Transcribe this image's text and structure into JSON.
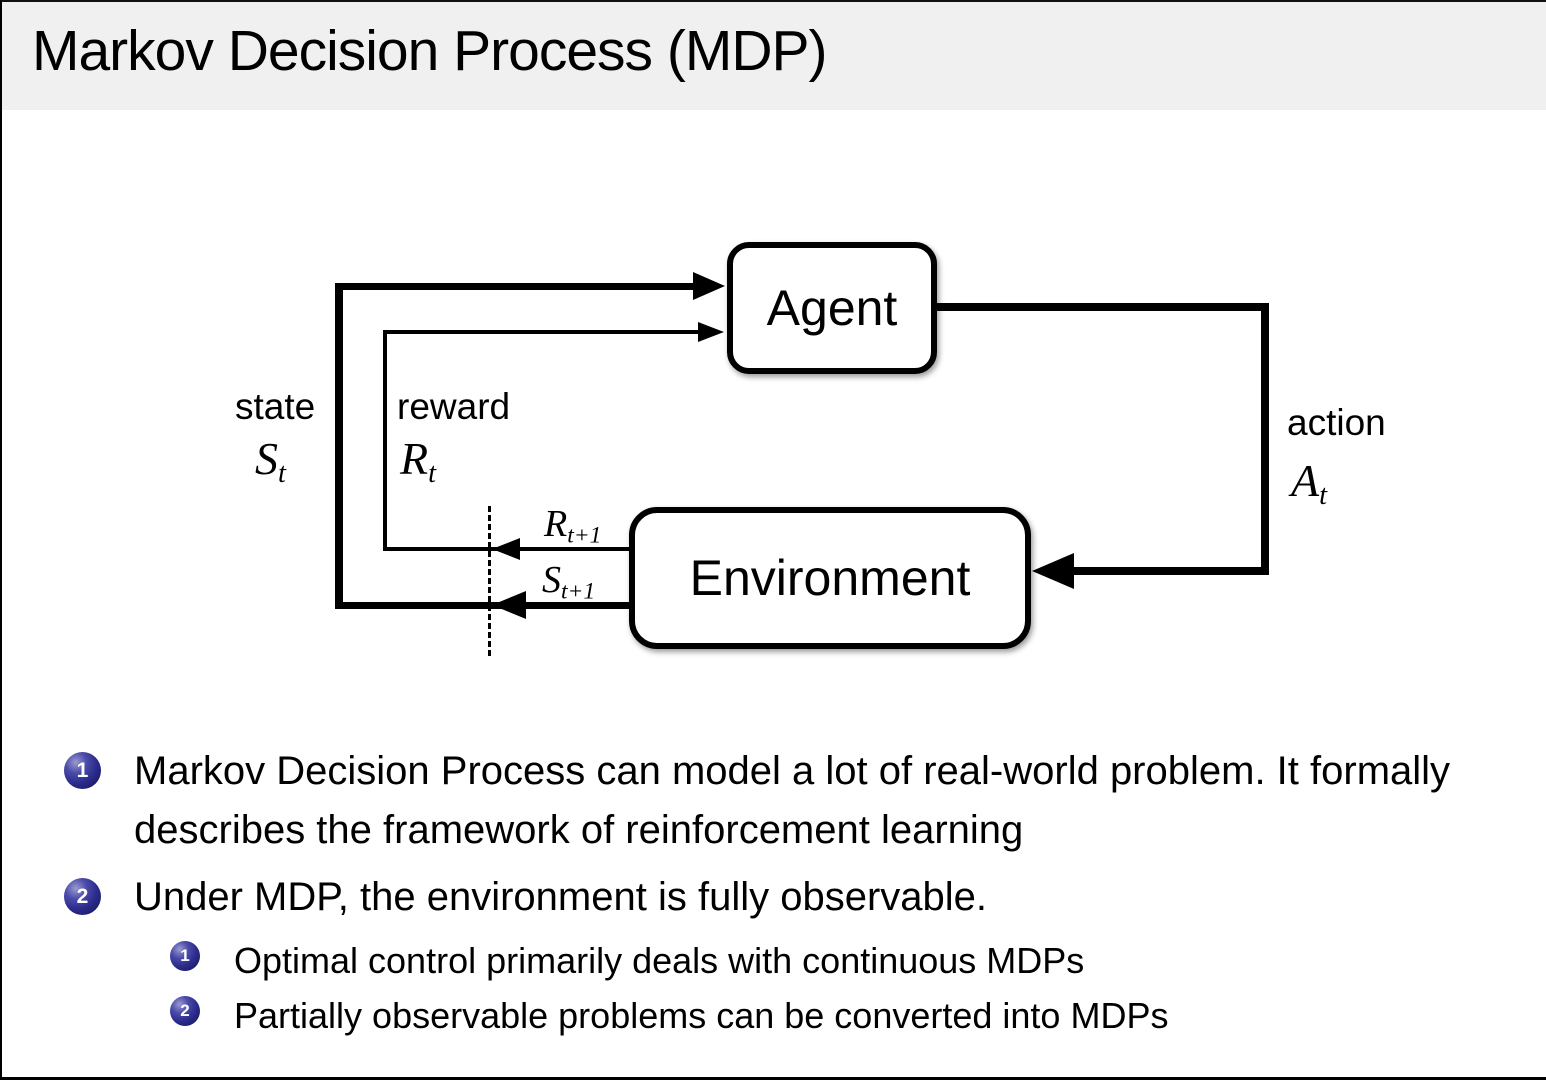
{
  "title": "Markov Decision Process (MDP)",
  "diagram": {
    "agent_label": "Agent",
    "environment_label": "Environment",
    "state": {
      "label": "state",
      "symbol": "S",
      "sub": "t"
    },
    "reward": {
      "label": "reward",
      "symbol": "R",
      "sub": "t"
    },
    "action": {
      "label": "action",
      "symbol": "A",
      "sub": "t"
    },
    "next_reward": {
      "symbol": "R",
      "sub": "t+1"
    },
    "next_state": {
      "symbol": "S",
      "sub": "t+1"
    }
  },
  "bullets": [
    {
      "number": "1",
      "text": "Markov Decision Process can model a lot of real-world problem. It formally describes the framework of reinforcement learning"
    },
    {
      "number": "2",
      "text": "Under MDP, the environment is fully observable."
    }
  ],
  "sub_bullets": [
    {
      "number": "1",
      "text": "Optimal control primarily deals with continuous MDPs"
    },
    {
      "number": "2",
      "text": "Partially observable problems can be converted into MDPs"
    }
  ],
  "colors": {
    "title_band_bg": "#f0f0f0",
    "bullet_ball_blue": "#2b2b8c",
    "diagram_line": "#000000",
    "text": "#000000"
  }
}
